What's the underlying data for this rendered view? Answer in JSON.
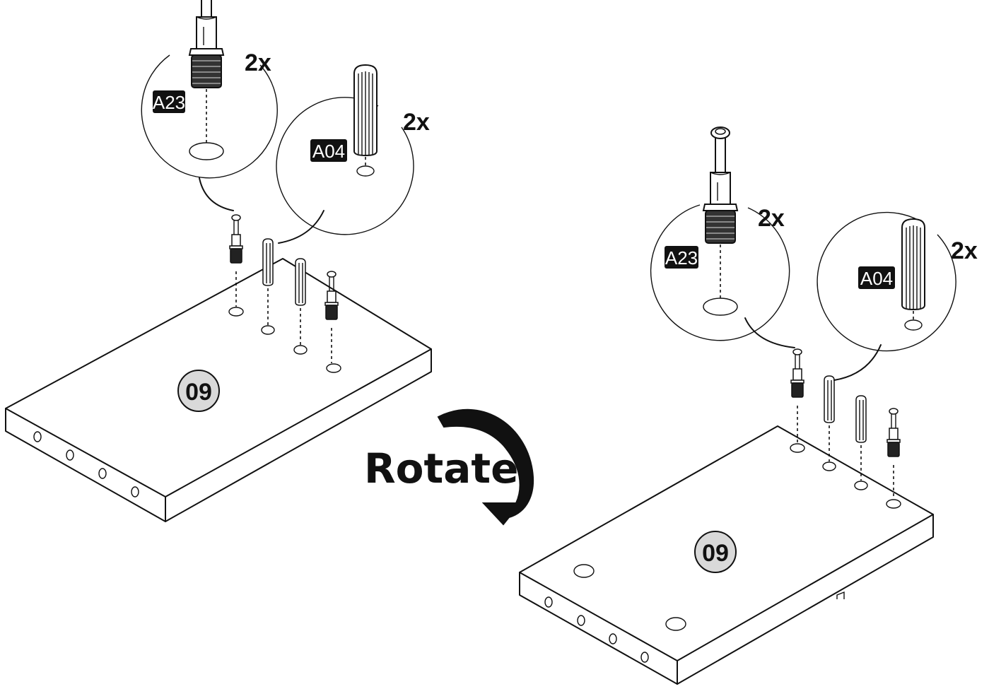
{
  "step_left": {
    "panel_label": "09",
    "parts": [
      {
        "code": "A23",
        "quantity": "2x",
        "name": "cam bolt"
      },
      {
        "code": "A04",
        "quantity": "2x",
        "name": "wooden dowel"
      }
    ]
  },
  "step_right": {
    "panel_label": "09",
    "parts": [
      {
        "code": "A23",
        "quantity": "2x",
        "name": "cam bolt"
      },
      {
        "code": "A04",
        "quantity": "2x",
        "name": "wooden dowel"
      }
    ]
  },
  "instruction": {
    "rotate_label": "Rotate"
  }
}
